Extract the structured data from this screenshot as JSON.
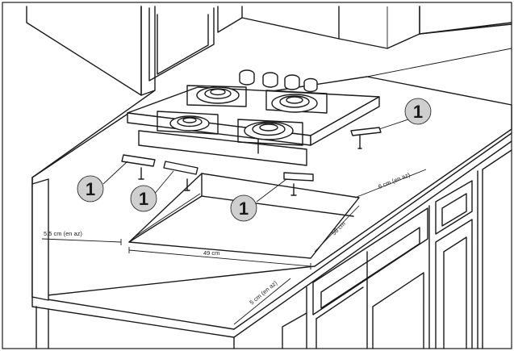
{
  "callouts": [
    {
      "label": "1"
    },
    {
      "label": "1"
    },
    {
      "label": "1"
    },
    {
      "label": "1"
    }
  ],
  "dimensions": {
    "left_gap": "5.5 cm (en az)",
    "right_gap": "6 cm (en az)",
    "front_gap": "5 cm (en az)",
    "cutout_width": "49 cm",
    "cutout_depth": "56 cm"
  },
  "colors": {
    "line": "#1a1a1a",
    "callout_fill": "#cfcfcf",
    "background": "#ffffff"
  }
}
